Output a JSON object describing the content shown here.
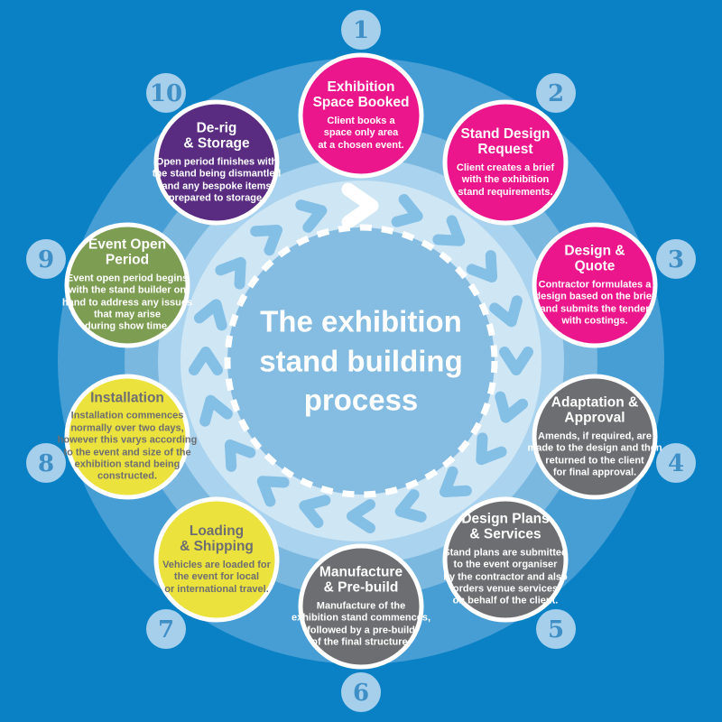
{
  "center": {
    "title": "The exhibition\nstand building\nprocess"
  },
  "colors": {
    "background": "#0a81c5",
    "sunburst_outer": "#479ed5",
    "sunburst_inner": "#7ab8e0",
    "outer_ring": "#a9d3ee",
    "chevron_band": "#cfe6f4",
    "chevron": "#84bfe6",
    "chevron_highlight": "#ffffff",
    "center_disc": "#85bce2",
    "dashed_border": "#ffffff",
    "badge_bg": "#a5cfeb",
    "badge_number": "#3f8fc7",
    "step_pink": "#eb168c",
    "step_gray": "#6d6e71",
    "step_yellow": "#ece23d",
    "step_green": "#7d9d52",
    "step_purple": "#592c82"
  },
  "steps": [
    {
      "number": "1",
      "title": "Exhibition\nSpace Booked",
      "description": "Client books a\nspace only area\nat a chosen event.",
      "circle_color": "#eb168c",
      "text_color": "#ffffff"
    },
    {
      "number": "2",
      "title": "Stand Design\nRequest",
      "description": "Client creates a brief\nwith the exhibition\nstand requirements.",
      "circle_color": "#eb168c",
      "text_color": "#ffffff"
    },
    {
      "number": "3",
      "title": "Design &\nQuote",
      "description": "Contractor formulates a\ndesign based on the brief\nand submits the tender\nwith costings.",
      "circle_color": "#eb168c",
      "text_color": "#ffffff"
    },
    {
      "number": "4",
      "title": "Adaptation &\nApproval",
      "description": "Amends, if required, are\nmade to the design and then\nreturned to the client\nfor final approval.",
      "circle_color": "#6d6e71",
      "text_color": "#ffffff"
    },
    {
      "number": "5",
      "title": "Design Plans\n& Services",
      "description": "Stand plans are submitted\nto the event organiser\nby the contractor and also\norders venue services\non behalf of the client.",
      "circle_color": "#6d6e71",
      "text_color": "#ffffff"
    },
    {
      "number": "6",
      "title": "Manufacture\n& Pre-build",
      "description": "Manufacture of the\nexhibition stand commences,\nfollowed by a pre-build\nof the final structure.",
      "circle_color": "#6d6e71",
      "text_color": "#ffffff"
    },
    {
      "number": "7",
      "title": "Loading\n& Shipping",
      "description": "Vehicles are loaded for\nthe event for local\nor international travel.",
      "circle_color": "#ece23d",
      "text_color": "#6d6e71"
    },
    {
      "number": "8",
      "title": "Installation",
      "description": "Installation commences\nnormally over two days,\nhowever this varys according\nto the event and size of the\nexhibition stand being\nconstructed.",
      "circle_color": "#ece23d",
      "text_color": "#6d6e71"
    },
    {
      "number": "9",
      "title": "Event Open\nPeriod",
      "description": "Event open period begins\nwith the stand builder on\nhand to address any issues\nthat may arise\nduring show time.",
      "circle_color": "#7d9d52",
      "text_color": "#ffffff"
    },
    {
      "number": "10",
      "title": "De-rig\n& Storage",
      "description": "Open period finishes with\nthe stand being dismantled\nand any bespoke items\nprepared to storage.",
      "circle_color": "#592c82",
      "text_color": "#ffffff"
    }
  ]
}
